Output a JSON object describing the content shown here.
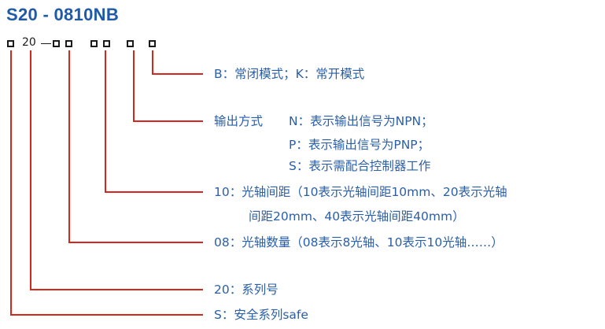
{
  "title": "S20 - 0810NB",
  "code": {
    "prefix": "20"
  },
  "labels": {
    "mode": "B：常闭模式；K：常开模式",
    "output_heading": "输出方式",
    "output_npn": "N：表示输出信号为NPN；",
    "output_pnp": "P：表示输出信号为PNP；",
    "output_s": "S：表示需配合控制器工作",
    "pitch_line1": "10：光轴间距（10表示光轴间距10mm、20表示光轴",
    "pitch_line2": "间距20mm、40表示光轴间距40mm）",
    "count": "08：光轴数量（08表示8光轴、10表示10光轴……）",
    "series": "20：系列号",
    "safety": "S：安全系列safe"
  },
  "colors": {
    "title": "#1f5aa8",
    "label_text": "#2a5fa8",
    "leader_line": "#d7261e",
    "box_border": "#1a1a1a"
  }
}
